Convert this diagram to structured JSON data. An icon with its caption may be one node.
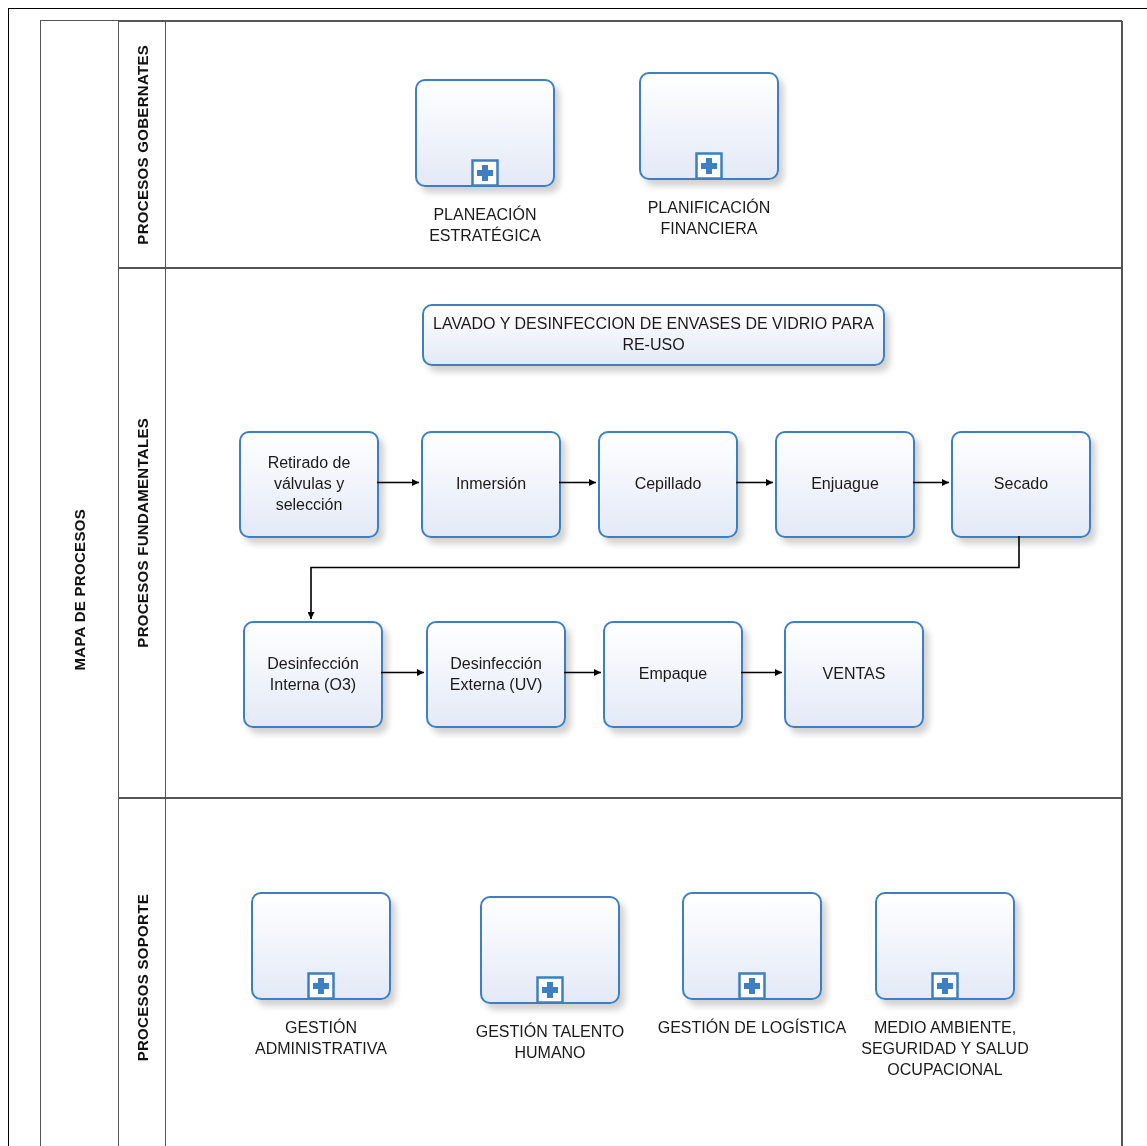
{
  "diagram": {
    "nodes": [
      {
        "text": [
          "MAPA DE PROCESOS"
        ]
      },
      {
        "text": [
          "PROCESOS GOBERNATES"
        ],
        "in": 0
      },
      {
        "text": [],
        "shape": "box",
        "beside": [
          "PLANEACIÓN ESTRATÉGICA"
        ],
        "in": 1
      },
      {
        "text": [],
        "shape": "box",
        "beside": [
          "PLANIFICACIÓN FINANCIERA"
        ],
        "in": 1
      },
      {
        "text": [
          "PROCESOS FUNDAMENTALES"
        ],
        "in": 0
      },
      {
        "text": [
          "LAVADO Y DESINFECCION DE ENVASES DE VIDRIO PARA RE-USO"
        ],
        "in": 4
      },
      {
        "text": [
          "Retirado de válvulas y selección"
        ],
        "in": 4
      },
      {
        "text": [
          "Inmersión"
        ],
        "in": 4
      },
      {
        "text": [
          "Cepillado"
        ],
        "in": 4
      },
      {
        "text": [
          "Enjuague"
        ],
        "in": 4
      },
      {
        "text": [
          "Secado"
        ],
        "in": 4
      },
      {
        "text": [
          "Desinfección Interna (O3)"
        ],
        "in": 4
      },
      {
        "text": [
          "Desinfección Externa (UV)"
        ],
        "in": 4
      },
      {
        "text": [
          "Empaque"
        ],
        "in": 4
      },
      {
        "text": [
          "VENTAS"
        ],
        "in": 4
      },
      {
        "text": [
          "PROCESOS SOPORTE"
        ],
        "in": 0
      },
      {
        "text": [],
        "shape": "box",
        "beside": [
          "GESTIÓN ADMINISTRATIVA"
        ],
        "in": 15
      },
      {
        "text": [],
        "shape": "box",
        "beside": [
          "GESTIÓN TALENTO HUMANO"
        ],
        "in": 15
      },
      {
        "text": [],
        "shape": "box",
        "beside": [
          "GESTIÓN DE LOGÍSTICA"
        ],
        "in": 15
      },
      {
        "text": [],
        "shape": "box",
        "beside": [
          "MEDIO AMBIENTE, SEGURIDAD Y SALUD OCUPACIONAL"
        ],
        "in": 15
      }
    ],
    "edges": [
      {
        "from": 6,
        "to": 7,
        "arrow": "to"
      },
      {
        "from": 7,
        "to": 8,
        "arrow": "to"
      },
      {
        "from": 8,
        "to": 9,
        "arrow": "to"
      },
      {
        "from": 9,
        "to": 10,
        "arrow": "to"
      },
      {
        "from": 10,
        "to": 11,
        "arrow": "to"
      },
      {
        "from": 11,
        "to": 12,
        "arrow": "to"
      },
      {
        "from": 12,
        "to": 13,
        "arrow": "to"
      },
      {
        "from": 13,
        "to": 14,
        "arrow": "to"
      }
    ]
  }
}
